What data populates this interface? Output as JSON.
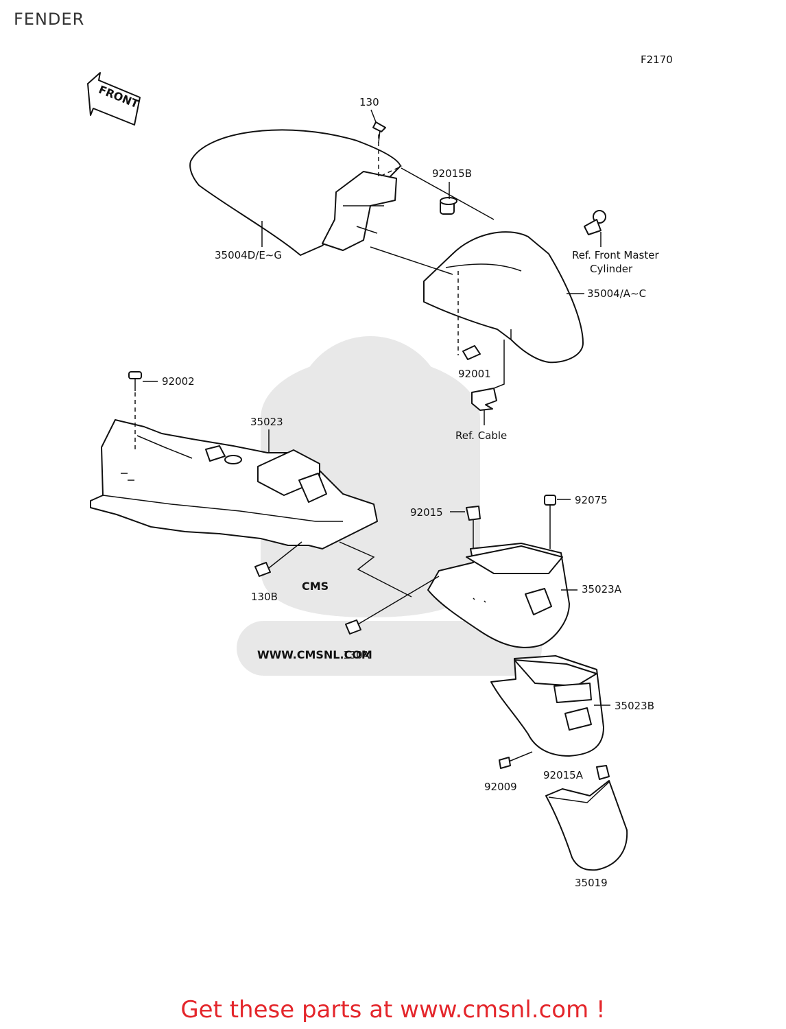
{
  "header": {
    "title": "FENDER",
    "figure_code": "F2170"
  },
  "front_arrow": {
    "label": "FRONT"
  },
  "callouts": {
    "p130": "130",
    "p92015b": "92015B",
    "p35004deg": "35004D/E∼G",
    "ref_front_master_1": "Ref. Front Master",
    "ref_front_master_2": "Cylinder",
    "p35004ac": "35004/A∼C",
    "p92001": "92001",
    "ref_cable": "Ref. Cable",
    "p92002": "92002",
    "p35023": "35023",
    "p92015": "92015",
    "p92075": "92075",
    "p35023a": "35023A",
    "p130b": "130B",
    "p130a": "130A",
    "p35023b": "35023B",
    "p92009": "92009",
    "p92015a": "92015A",
    "p35019": "35019"
  },
  "watermark": {
    "url": "WWW.CMSNL.COM",
    "brand": "CMS"
  },
  "footer": {
    "promo": "Get these parts at www.cmsnl.com !"
  },
  "colors": {
    "promo_red": "#e4262b",
    "watermark_gray": "#e8e8e8"
  }
}
